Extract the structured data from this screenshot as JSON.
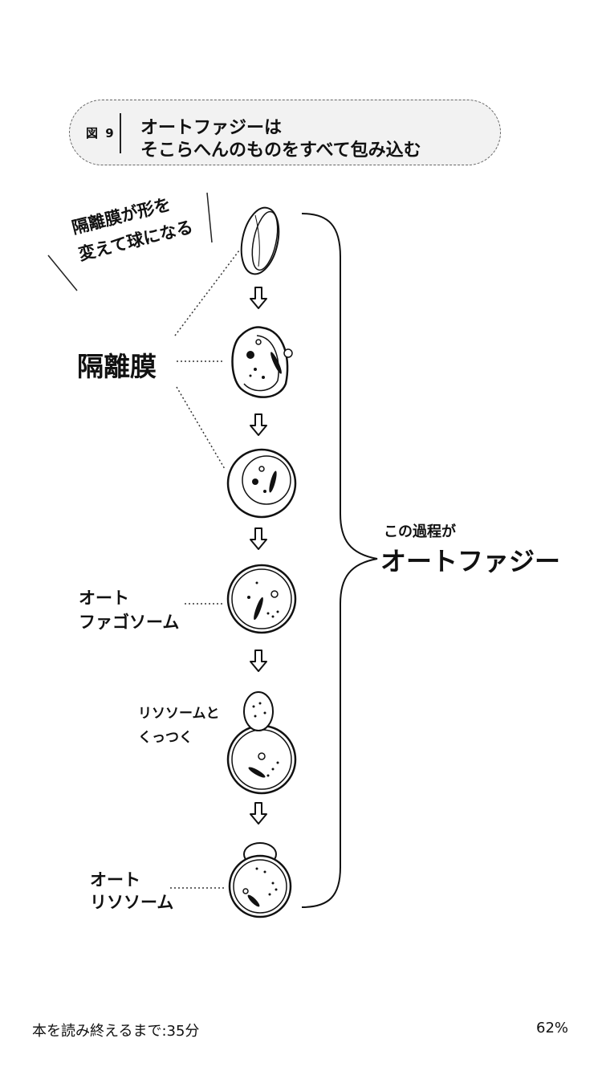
{
  "figure": {
    "number": "図 9",
    "title_line1": "オートファジーは",
    "title_line2": "そこらへんのものをすべて包み込む"
  },
  "labels": {
    "transform": [
      "隔離膜が形を",
      "変えて球になる"
    ],
    "isolation_membrane": "隔離膜",
    "autophagosome": [
      "オート",
      "ファゴソーム"
    ],
    "lysosome_attach": [
      "リソソームと",
      "くっつく"
    ],
    "autolysosome": [
      "オート",
      "リソソーム"
    ]
  },
  "process": {
    "caption": "この過程が",
    "title": "オートファジー"
  },
  "footer": {
    "remaining": "本を読み終えるまで:35分",
    "progress": "62%"
  }
}
